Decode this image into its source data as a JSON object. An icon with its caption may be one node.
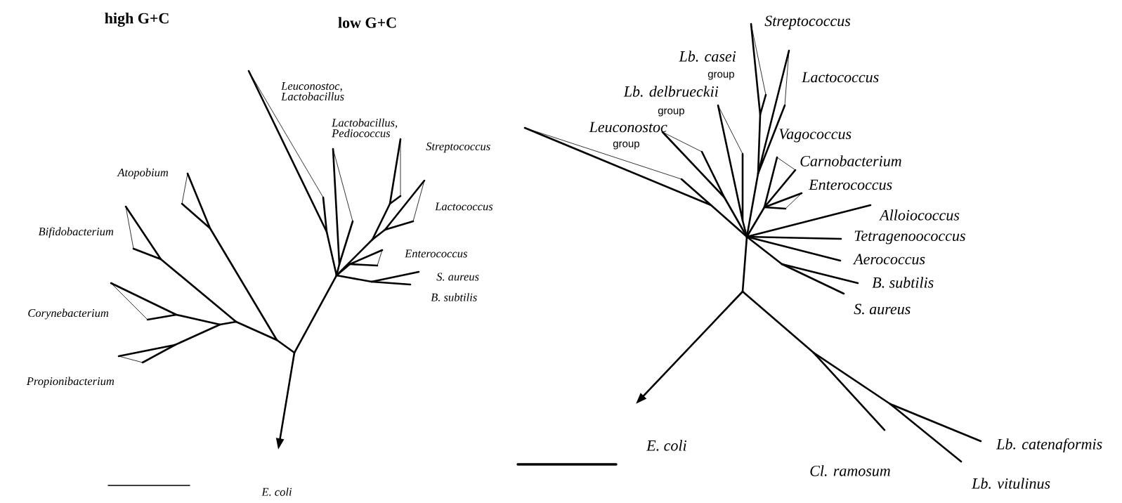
{
  "diagram": {
    "labels": [
      "high G+C",
      "low G+C",
      "Leuconostoc, Lactobacillus",
      "Lactobacillus, Pediococcus",
      "Streptococcus",
      "Atopobium",
      "Lactococcus",
      "Bifidobacterium",
      "Enterococcus",
      "S. aureus",
      "B. subtilis",
      "Corynebacterium",
      "Propionibacterium",
      "E. coli",
      "Streptococcus",
      "Lb. casei",
      "group",
      "Lactococcus",
      "Lb. delbrueckii",
      "group",
      "Leuconostoc",
      "group",
      "Vagococcus",
      "Carnobacterium",
      "Enterococcus",
      "Alloiococcus",
      "Tetragenoococcus",
      "Aerococcus",
      "B. subtilis",
      "S. aureus",
      "E. coli",
      "Cl. ramosum",
      "Lb. catenaformis",
      "Lb. vitulinus"
    ]
  }
}
